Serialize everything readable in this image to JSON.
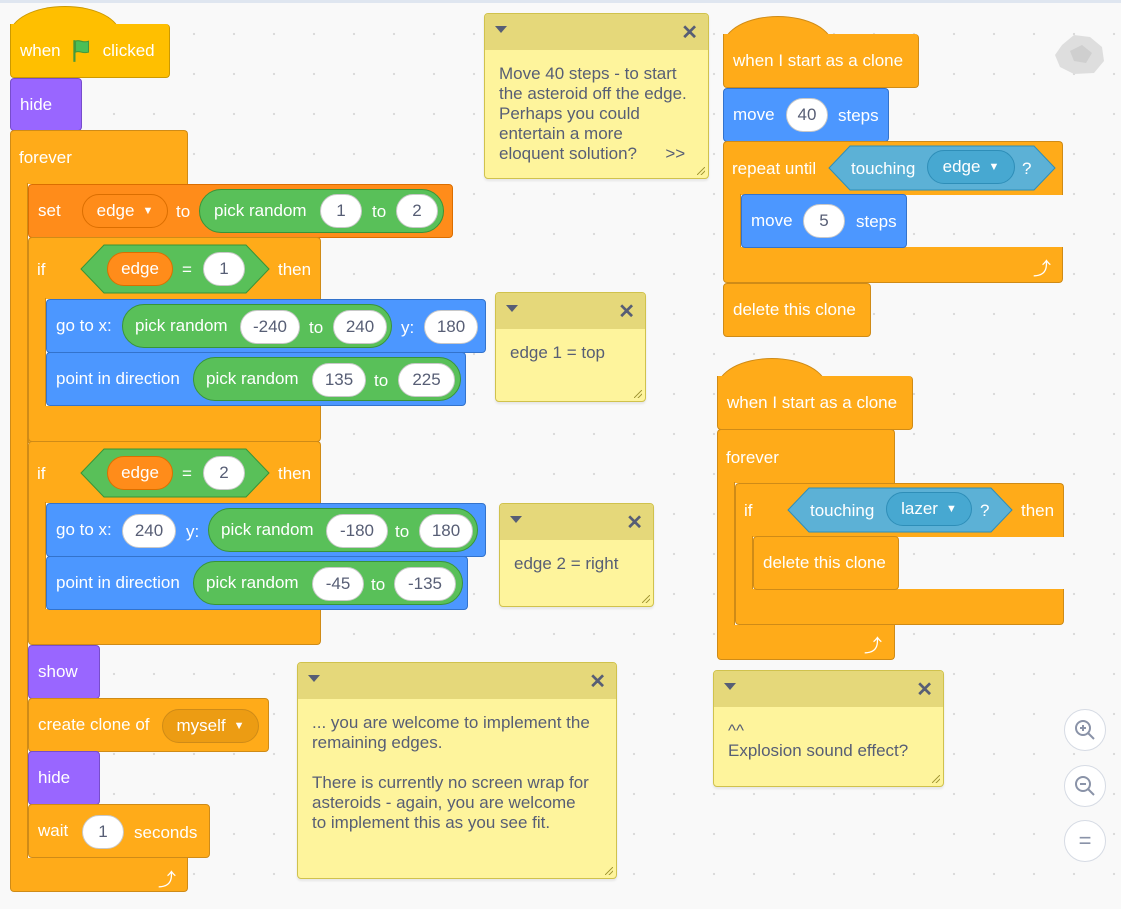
{
  "colors": {
    "events": "#ffbf00",
    "control": "#ffab19",
    "looks": "#9966ff",
    "motion": "#4c97ff",
    "operators": "#59c059",
    "sensing": "#5cb1d6",
    "variables": "#ff8c1a",
    "note": "#fef49c"
  },
  "script1": {
    "when": "when",
    "clicked": "clicked",
    "flag_icon": "green-flag-icon",
    "hide1": "hide",
    "forever": "forever",
    "set": "set",
    "var": "edge",
    "to": "to",
    "pick_random": "pick random",
    "r1a": "1",
    "r1b": "2",
    "if1": "if",
    "edge1": "edge",
    "eq1": "=",
    "val1": "1",
    "then1": "then",
    "goto1": "go to x:",
    "pr2": "pick random",
    "x1a": "-240",
    "x1to": "to",
    "x1b": "240",
    "y1": "y:",
    "y1v": "180",
    "point1": "point in direction",
    "pr3": "pick random",
    "d1a": "135",
    "d1to": "to",
    "d1b": "225",
    "if2": "if",
    "edge2": "edge",
    "eq2": "=",
    "val2": "2",
    "then2": "then",
    "goto2": "go to x:",
    "x2": "240",
    "y2": "y:",
    "pr4": "pick random",
    "y2a": "-180",
    "y2to": "to",
    "y2b": "180",
    "point2": "point in direction",
    "pr5": "pick random",
    "d2a": "-45",
    "d2to": "to",
    "d2b": "-135",
    "show": "show",
    "create": "create clone of",
    "myself": "myself",
    "hide2": "hide",
    "wait": "wait",
    "wait_v": "1",
    "seconds": "seconds"
  },
  "script2": {
    "hat": "when I start as a clone",
    "move": "move",
    "move_v": "40",
    "steps": "steps",
    "repeat": "repeat until",
    "touching": "touching",
    "edge": "edge",
    "q": "?",
    "move2": "move",
    "move2_v": "5",
    "steps2": "steps",
    "delete": "delete this clone"
  },
  "script3": {
    "hat": "when I start as a clone",
    "forever": "forever",
    "if": "if",
    "touching": "touching",
    "lazer": "lazer",
    "q": "?",
    "then": "then",
    "delete": "delete this clone"
  },
  "notes": {
    "n1": "Move 40 steps - to start\nthe asteroid off the edge.\nPerhaps you could\nentertain a more\neloquent solution?      >>",
    "n2": "edge 1 = top",
    "n3": "edge 2 = right",
    "n4": "... you are welcome to implement the\nremaining edges.\n\nThere is currently no screen wrap for\nasteroids - again, you are welcome\nto implement this as you see fit.",
    "n5": "^^\nExplosion sound effect?"
  },
  "zoom": {
    "in_icon": "zoom-in-icon",
    "out_icon": "zoom-out-icon",
    "reset_icon": "zoom-reset-icon",
    "reset_label": "="
  }
}
